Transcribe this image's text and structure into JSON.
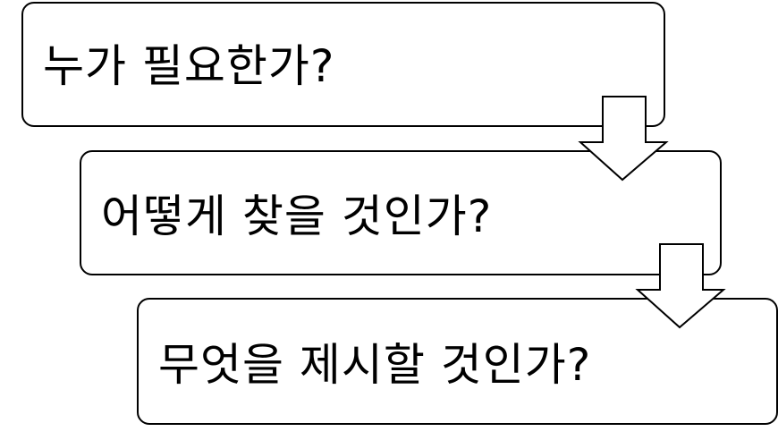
{
  "steps": [
    {
      "label": "누가 필요한가?"
    },
    {
      "label": "어떻게 찾을 것인가?"
    },
    {
      "label": "무엇을 제시할 것인가?"
    }
  ],
  "colors": {
    "box_fill": "#ffffff",
    "box_border": "#000000",
    "arrow_fill": "#ffffff",
    "arrow_border": "#000000",
    "text": "#000000"
  },
  "icons": {
    "connector": "down-arrow-icon"
  }
}
